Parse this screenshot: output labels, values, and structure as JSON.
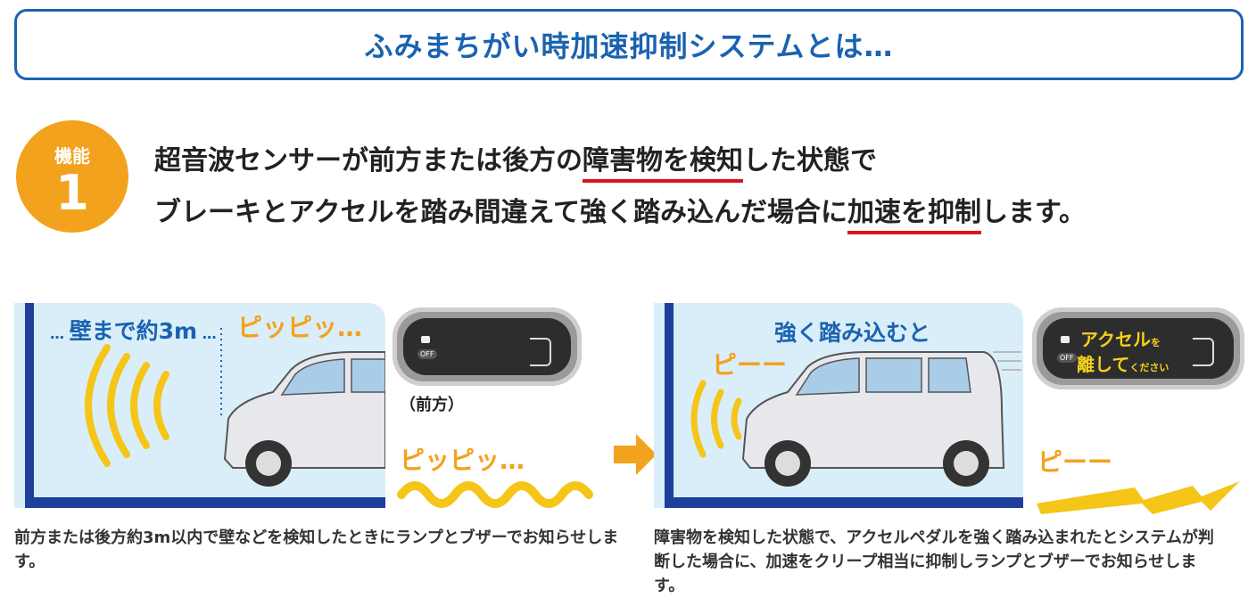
{
  "header": {
    "title": "ふみまちがい時加速抑制システムとは…"
  },
  "badge": {
    "label": "機能",
    "number": "1"
  },
  "headline": {
    "line1_a": "超音波センサーが前方または後方の",
    "line1_ul": "障害物を検知",
    "line1_b": "した状態で",
    "line2_a": "ブレーキとアクセルを踏み間違えて強く踏み込んだ場合に",
    "line2_ul": "加速を抑制",
    "line2_b": "します。"
  },
  "left_scene": {
    "distance_label": "壁まで約3m",
    "beep_top": "ピッピッ…",
    "beep_bottom": "ピッピッ…",
    "meter_off": "OFF",
    "front_label": "（前方）"
  },
  "right_scene": {
    "caption": "強く踏み込むと",
    "beep_top": "ピーー",
    "beep_bottom": "ピーー",
    "meter_off": "OFF",
    "meter_line1_big": "アクセル",
    "meter_line1_small": "を",
    "meter_line2_big": "離して",
    "meter_line2_small": "ください"
  },
  "descriptions": {
    "left": "前方または後方約3m以内で壁などを検知したときにランプとブザーでお知らせします。",
    "right": "障害物を検知した状態で、アクセルペダルを強く踏み込まれたとシステムが判断した場合に、加速をクリープ相当に抑制しランプとブザーでお知らせします。"
  },
  "colors": {
    "title_blue": "#1a63b0",
    "badge_orange": "#f3a21d",
    "underline_red": "#d9141c",
    "wall_navy": "#1e3f9a",
    "panel_bg": "#d9eef9",
    "wave_yellow": "#f5c518"
  }
}
